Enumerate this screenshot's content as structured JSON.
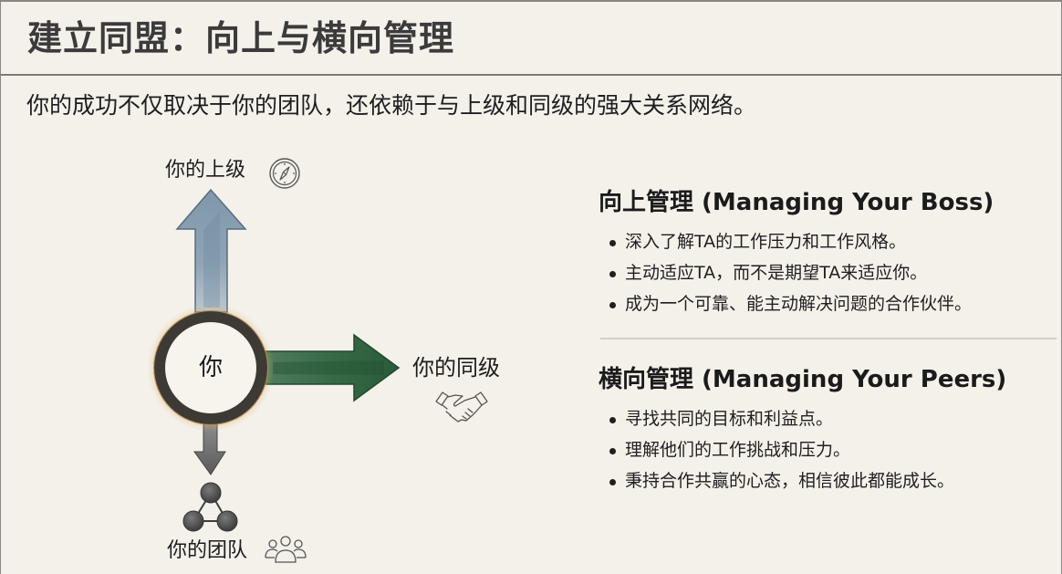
{
  "slide": {
    "title": "建立同盟：向上与横向管理",
    "subtitle": "你的成功不仅取决于你的团队，还依赖于与上级和同级的强大关系网络。"
  },
  "diagram": {
    "center": {
      "label": "你"
    },
    "up": {
      "label": "你的上级",
      "icon": "compass-icon",
      "arrow_color": "#6f8aa0"
    },
    "right": {
      "label": "你的同级",
      "icon": "handshake-icon",
      "arrow_color": "#2f5e3e"
    },
    "down": {
      "label": "你的团队",
      "icon": "people-group-icon",
      "arrow_color": "#5e5e5e"
    },
    "colors": {
      "ring": "#3d3a36",
      "ring_glow": "#d9a85a",
      "background": "#f4f1eb"
    }
  },
  "sections": [
    {
      "title": "向上管理 (Managing Your Boss)",
      "bullets": [
        "深入了解TA的工作压力和工作风格。",
        "主动适应TA，而不是期望TA来适应你。",
        "成为一个可靠、能主动解决问题的合作伙伴。"
      ]
    },
    {
      "title": "横向管理 (Managing Your Peers)",
      "bullets": [
        "寻找共同的目标和利益点。",
        "理解他们的工作挑战和压力。",
        "秉持合作共赢的心态，相信彼此都能成长。"
      ]
    }
  ]
}
